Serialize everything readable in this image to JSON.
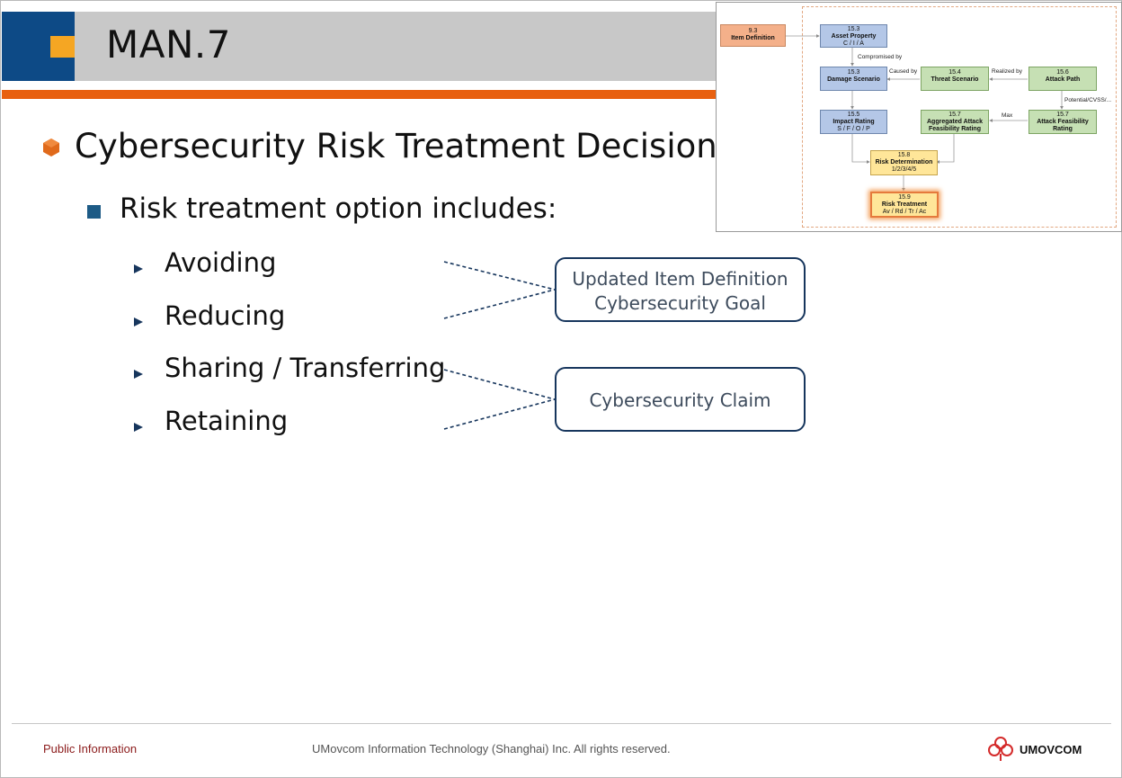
{
  "header": {
    "title": "MAN.7"
  },
  "content": {
    "heading": "Cybersecurity Risk Treatment Decision",
    "subheading": "Risk treatment option includes:",
    "options": [
      "Avoiding",
      "Reducing",
      "Sharing / Transferring",
      "Retaining"
    ],
    "callouts": [
      {
        "line1": "Updated Item Definition",
        "line2": "Cybersecurity Goal"
      },
      {
        "line1": "Cybersecurity Claim"
      }
    ]
  },
  "diagram": {
    "nodes": {
      "item_definition": {
        "num": "9.3",
        "title": "Item Definition",
        "sub": ""
      },
      "asset_property": {
        "num": "15.3",
        "title": "Asset Property",
        "sub": "C / I / A"
      },
      "damage_scenario": {
        "num": "15.3",
        "title": "Damage Scenario",
        "sub": ""
      },
      "threat_scenario": {
        "num": "15.4",
        "title": "Threat Scenario",
        "sub": ""
      },
      "attack_path": {
        "num": "15.6",
        "title": "Attack Path",
        "sub": ""
      },
      "impact_rating": {
        "num": "15.5",
        "title": "Impact Rating",
        "sub": "S / F / O / P"
      },
      "aggregated_feasibility": {
        "num": "15.7",
        "title": "Aggregated Attack",
        "title2": "Feasibility Rating",
        "sub": ""
      },
      "attack_feasibility": {
        "num": "15.7",
        "title": "Attack Feasibility",
        "title2": "Rating",
        "sub": ""
      },
      "risk_determination": {
        "num": "15.8",
        "title": "Risk Determination",
        "sub": "1/2/3/4/5"
      },
      "risk_treatment": {
        "num": "15.9",
        "title": "Risk Treatment",
        "sub": "Av / Rd / Tr / Ac"
      }
    },
    "edge_labels": {
      "compromised_by": "Compromised by",
      "caused_by": "Caused by",
      "realized_by": "Realized by",
      "potential": "Potential/CVSS/...",
      "max": "Max"
    }
  },
  "footer": {
    "classification": "Public Information",
    "copyright": "UMovcom Information Technology (Shanghai) Inc. All rights reserved.",
    "brand": "UMOVCOM"
  },
  "colors": {
    "header_blue": "#0d4a86",
    "header_orange": "#f5a623",
    "accent_bar": "#e8600f",
    "callout_border": "#17365d"
  },
  "icons": {
    "heading_bullet": "orange-hexagon-icon",
    "sub_bullet": "blue-square-icon",
    "option_bullet": "triangle-arrow-icon",
    "logo": "umovcom-logo-icon"
  }
}
